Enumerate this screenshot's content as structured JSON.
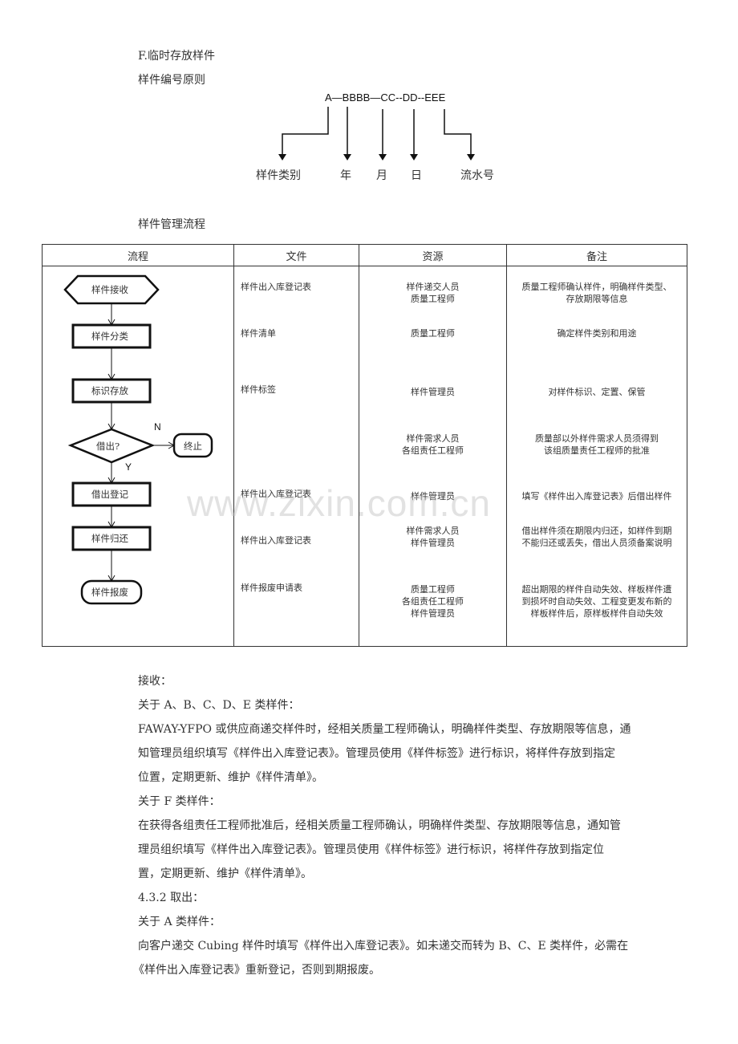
{
  "headings": {
    "section_f": "F.临时存放样件",
    "numbering_rule": "样件编号原则",
    "management_flow": "样件管理流程"
  },
  "code_diagram": {
    "code_string": "A—BBBB—CC--DD--EEE",
    "labels": [
      "样件类别",
      "年",
      "月",
      "日",
      "流水号"
    ]
  },
  "table": {
    "headers": [
      "流程",
      "文件",
      "资源",
      "备注"
    ],
    "flowchart": {
      "nodes": [
        {
          "id": "receive",
          "shape": "hexagon",
          "label": "样件接收"
        },
        {
          "id": "classify",
          "shape": "rect",
          "label": "样件分类"
        },
        {
          "id": "store",
          "shape": "rect",
          "label": "标识存放"
        },
        {
          "id": "lend",
          "shape": "diamond",
          "label": "借出?"
        },
        {
          "id": "end",
          "shape": "rounded",
          "label": "终止"
        },
        {
          "id": "register",
          "shape": "rect",
          "label": "借出登记"
        },
        {
          "id": "return",
          "shape": "rect",
          "label": "样件归还"
        },
        {
          "id": "scrap",
          "shape": "rounded",
          "label": "样件报废"
        }
      ],
      "branch_yes": "Y",
      "branch_no": "N"
    },
    "rows": [
      {
        "file": "样件出入库登记表",
        "resource": [
          "样件递交人员",
          "质量工程师"
        ],
        "note": [
          "质量工程师确认样件，明确样件类型、",
          "存放期限等信息"
        ]
      },
      {
        "file": "样件清单",
        "resource": [
          "质量工程师"
        ],
        "note": [
          "确定样件类别和用途"
        ]
      },
      {
        "file": "样件标签",
        "resource": [
          "样件管理员"
        ],
        "note": [
          "对样件标识、定置、保管"
        ]
      },
      {
        "file": "",
        "resource": [
          "样件需求人员",
          "各组责任工程师"
        ],
        "note": [
          "质量部以外样件需求人员须得到",
          "该组质量责任工程师的批准"
        ]
      },
      {
        "file": "样件出入库登记表",
        "resource": [
          "样件管理员"
        ],
        "note": [
          "填写《样件出入库登记表》后借出样件"
        ]
      },
      {
        "file": "样件出入库登记表",
        "resource": [
          "样件需求人员",
          "样件管理员"
        ],
        "note": [
          "借出样件须在期限内归还，如样件到期",
          "不能归还或丢失，借出人员须备案说明"
        ]
      },
      {
        "file": "样件报废申请表",
        "resource": [
          "质量工程师",
          "各组责任工程师",
          "样件管理员"
        ],
        "note": [
          "超出期限的样件自动失效、样板样件遭",
          "到损坏时自动失效、工程变更发布新的",
          "样板样件后，原样板样件自动失效"
        ]
      }
    ]
  },
  "body_text": [
    "接收：",
    "关于 A、B、C、D、E 类样件：",
    "FAWAY-YFPO 或供应商递交样件时，经相关质量工程师确认，明确样件类型、存放期限等信息，通",
    "知管理员组织填写《样件出入库登记表》。管理员使用《样件标签》进行标识，将样件存放到指定",
    "位置，定期更新、维护《样件清单》。",
    "关于 F 类样件：",
    "在获得各组责任工程师批准后，经相关质量工程师确认，明确样件类型、存放期限等信息，通知管",
    "理员组织填写《样件出入库登记表》。管理员使用《样件标签》进行标识，将样件存放到指定位",
    "置，定期更新、维护《样件清单》。",
    "4.3.2 取出：",
    "关于 A 类样件：",
    "向客户递交 Cubing 样件时填写《样件出入库登记表》。如未递交而转为 B、C、E 类样件，必需在",
    "《样件出入库登记表》重新登记，否则到期报废。"
  ],
  "watermark": "www.zixin.com.cn"
}
